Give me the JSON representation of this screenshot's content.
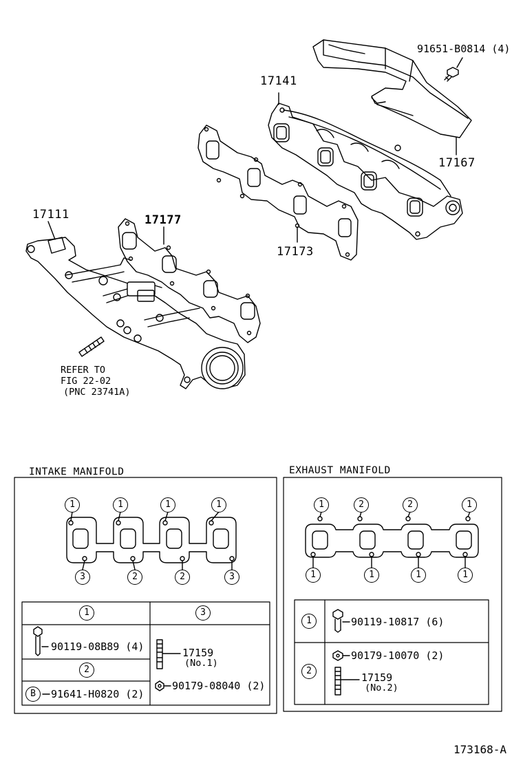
{
  "exploded_view": {
    "callouts": {
      "bolt_shield": "91651-B0814 (4)",
      "exhaust_manifold": "17141",
      "heat_insulator": "17167",
      "exhaust_gasket": "17173",
      "intake_manifold": "17111",
      "intake_gasket": "17177"
    },
    "refer_note": [
      "REFER TO",
      "FIG 22-02",
      "(PNC 23741A)"
    ]
  },
  "intake_panel": {
    "title": "INTAKE MANIFOLD",
    "top_markers": [
      "1",
      "1",
      "1",
      "1"
    ],
    "bottom_markers": [
      "3",
      "2",
      "2",
      "3"
    ],
    "table": {
      "header_left": "1",
      "header_right": "3",
      "row1_left_part": "90119-08B89 (4)",
      "row2_header": "2",
      "row3_badge": "B",
      "row3_part": "91641-H0820 (2)",
      "right_part_number": "17159",
      "right_part_note": "(No.1)",
      "right_nut_part": "90179-08040 (2)"
    }
  },
  "exhaust_panel": {
    "title": "EXHAUST MANIFOLD",
    "top_markers": [
      "1",
      "2",
      "2",
      "1"
    ],
    "bottom_markers": [
      "1",
      "1",
      "1",
      "1"
    ],
    "table": {
      "row1_marker": "1",
      "row1_part": "90119-10817 (6)",
      "row2_marker": "2",
      "row2_nut_part": "90179-10070 (2)",
      "row2_stud_part": "17159",
      "row2_stud_note": "(No.2)"
    }
  },
  "figure_id": "173168-A"
}
